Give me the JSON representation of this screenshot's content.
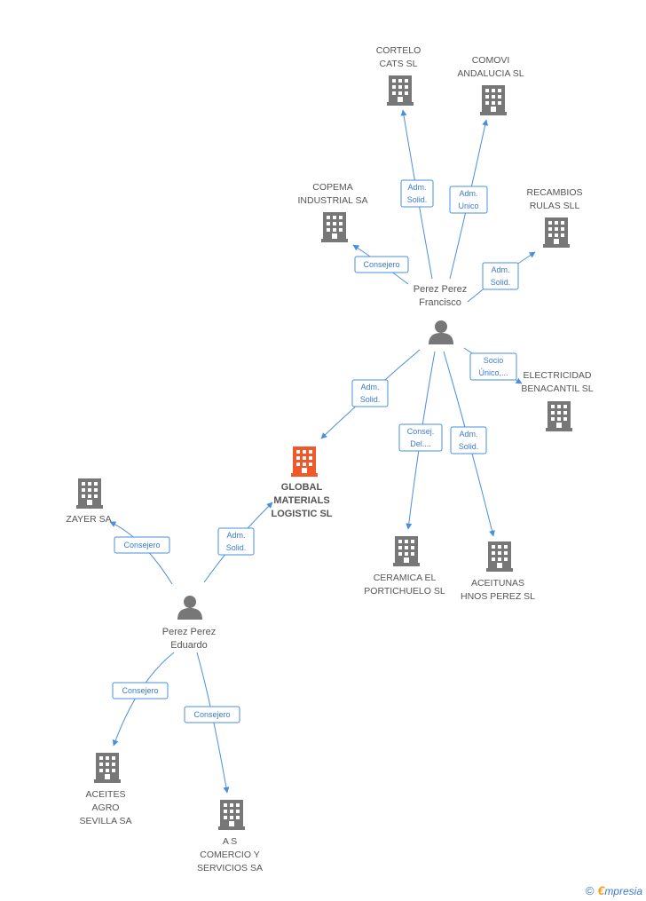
{
  "colors": {
    "edge": "#4a8fdc",
    "company": "#777777",
    "focus": "#f0572a",
    "person": "#777777",
    "text": "#555555"
  },
  "companies": [
    {
      "id": "global",
      "label": [
        "GLOBAL",
        "MATERIALS",
        "LOGISTIC SL"
      ],
      "focus": true
    },
    {
      "id": "cortelo",
      "label": [
        "CORTELO",
        "CATS SL"
      ]
    },
    {
      "id": "comovi",
      "label": [
        "COMOVI",
        "ANDALUCIA SL"
      ]
    },
    {
      "id": "copema",
      "label": [
        "COPEMA",
        "INDUSTRIAL SA"
      ]
    },
    {
      "id": "recambios",
      "label": [
        "RECAMBIOS",
        "RULAS SLL"
      ]
    },
    {
      "id": "electricidad",
      "label": [
        "ELECTRICIDAD",
        "BENACANTIL SL"
      ]
    },
    {
      "id": "ceramica",
      "label": [
        "CERAMICA EL",
        "PORTICHUELO SL"
      ]
    },
    {
      "id": "aceitunas",
      "label": [
        "ACEITUNAS",
        "HNOS PEREZ SL"
      ]
    },
    {
      "id": "zayer",
      "label": [
        "ZAYER SA"
      ]
    },
    {
      "id": "aceites",
      "label": [
        "ACEITES",
        "AGRO",
        "SEVILLA SA"
      ]
    },
    {
      "id": "as",
      "label": [
        "A S",
        "COMERCIO Y",
        "SERVICIOS SA"
      ]
    }
  ],
  "persons": [
    {
      "id": "francisco",
      "label": [
        "Perez Perez",
        "Francisco"
      ]
    },
    {
      "id": "eduardo",
      "label": [
        "Perez Perez",
        "Eduardo"
      ]
    }
  ],
  "relations": [
    {
      "from": "francisco",
      "to": "cortelo",
      "label": [
        "Adm.",
        "Solid."
      ]
    },
    {
      "from": "francisco",
      "to": "comovi",
      "label": [
        "Adm.",
        "Unico"
      ]
    },
    {
      "from": "francisco",
      "to": "copema",
      "label": [
        "Consejero"
      ]
    },
    {
      "from": "francisco",
      "to": "recambios",
      "label": [
        "Adm.",
        "Solid."
      ]
    },
    {
      "from": "francisco",
      "to": "electricidad",
      "label": [
        "Socio",
        "Único,..."
      ]
    },
    {
      "from": "francisco",
      "to": "global",
      "label": [
        "Adm.",
        "Solid."
      ]
    },
    {
      "from": "francisco",
      "to": "ceramica",
      "label": [
        "Consej.",
        "Del...."
      ]
    },
    {
      "from": "francisco",
      "to": "aceitunas",
      "label": [
        "Adm.",
        "Solid."
      ]
    },
    {
      "from": "eduardo",
      "to": "zayer",
      "label": [
        "Consejero"
      ]
    },
    {
      "from": "eduardo",
      "to": "global",
      "label": [
        "Adm.",
        "Solid."
      ]
    },
    {
      "from": "eduardo",
      "to": "aceites",
      "label": [
        "Consejero"
      ]
    },
    {
      "from": "eduardo",
      "to": "as",
      "label": [
        "Consejero"
      ]
    }
  ],
  "brand": {
    "copyright": "©",
    "e": "€",
    "rest": "mpresia"
  }
}
